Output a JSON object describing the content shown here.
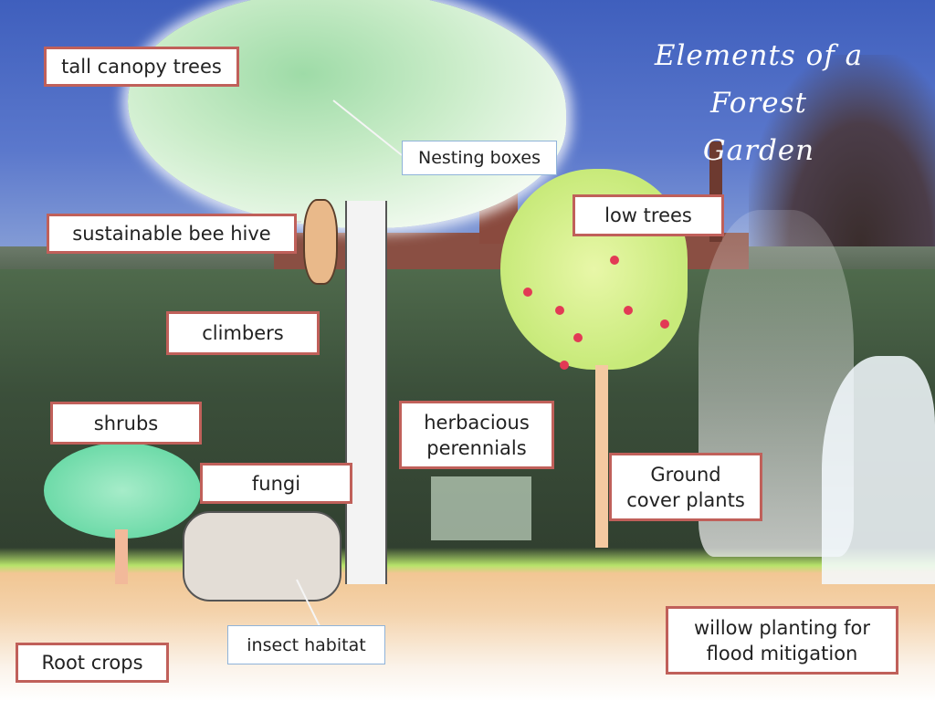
{
  "title": {
    "line1": "Elements of a",
    "line2": "Forest Garden",
    "color": "#ffffff"
  },
  "labels": [
    {
      "id": "tall-canopy-trees",
      "text": "tall canopy trees",
      "border": "#c0605a"
    },
    {
      "id": "nesting-boxes",
      "text": "Nesting boxes",
      "border": "#8fb3d9"
    },
    {
      "id": "sustainable-bee-hive",
      "text": "sustainable bee hive",
      "border": "#c0605a"
    },
    {
      "id": "low-trees",
      "text": "low trees",
      "border": "#c0605a"
    },
    {
      "id": "climbers",
      "text": "climbers",
      "border": "#c0605a"
    },
    {
      "id": "shrubs",
      "text": "shrubs",
      "border": "#c0605a"
    },
    {
      "id": "herbacious-perennials",
      "line1": "herbacious",
      "line2": "perennials",
      "border": "#c0605a"
    },
    {
      "id": "fungi",
      "text": "fungi",
      "border": "#c0605a"
    },
    {
      "id": "ground-cover-plants",
      "line1": "Ground",
      "line2": "cover plants",
      "border": "#c0605a"
    },
    {
      "id": "root-crops",
      "text": "Root crops",
      "border": "#c0605a"
    },
    {
      "id": "insect-habitat",
      "text": "insect habitat",
      "border": "#8fb3d9"
    },
    {
      "id": "willow-planting",
      "line1": "willow planting for",
      "line2": "flood mitigation",
      "border": "#c0605a"
    }
  ],
  "colors": {
    "label_border_red": "#c0605a",
    "label_border_blue": "#8fb3d9",
    "sky": "#4a67c4",
    "field": "#3b4f3a",
    "soil": "#f1c48f"
  }
}
